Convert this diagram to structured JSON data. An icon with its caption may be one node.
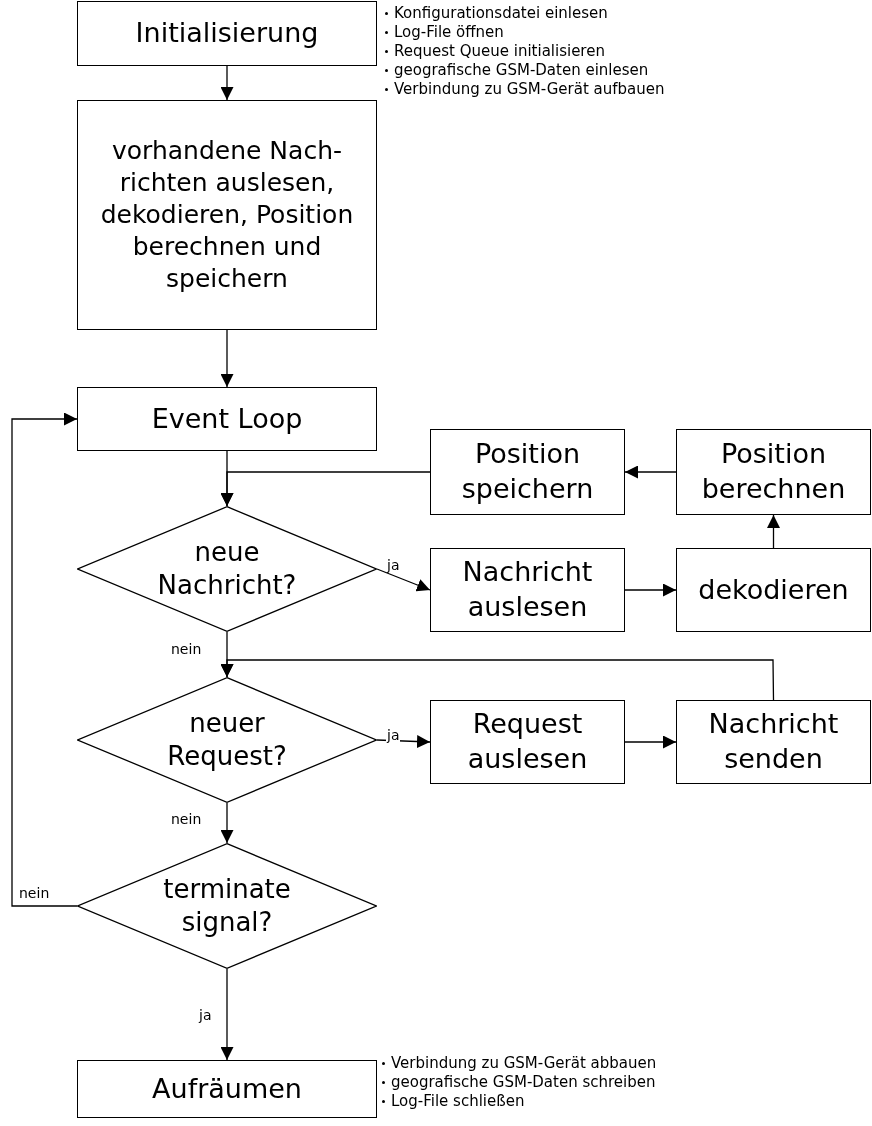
{
  "diagram": {
    "nodes": [
      {
        "text": [
          "Initialisierung"
        ],
        "beside": [
          "Konfigurationsdatei einlesen",
          "Log-File öffnen",
          "Request Queue initialisieren",
          "geografische GSM-Daten einlesen",
          "Verbindung zu GSM-Gerät aufbauen"
        ]
      },
      {
        "text": [
          "vorhandene Nach-richten auslesen, dekodieren, Position berechnen und speichern"
        ]
      },
      {
        "text": [
          "Event Loop"
        ]
      },
      {
        "text": [
          "Position speichern"
        ]
      },
      {
        "text": [
          "Position berechnen"
        ]
      },
      {
        "text": [
          "neue Nachricht?"
        ]
      },
      {
        "text": [
          "Nachricht auslesen"
        ]
      },
      {
        "text": [
          "dekodieren"
        ]
      },
      {
        "text": [
          "neuer Request?"
        ]
      },
      {
        "text": [
          "Request auslesen"
        ]
      },
      {
        "text": [
          "Nachricht senden"
        ]
      },
      {
        "text": [
          "terminate signal?"
        ]
      },
      {
        "text": [
          "Aufräumen"
        ],
        "beside": [
          "Verbindung zu GSM-Gerät abbauen",
          "geografische GSM-Daten schreiben",
          "Log-File schließen"
        ]
      }
    ],
    "edges": [
      {
        "from": 0,
        "to": 1,
        "arrow": "to"
      },
      {
        "from": 1,
        "to": 2,
        "arrow": "to"
      },
      {
        "from": 2,
        "to": 5,
        "arrow": "to"
      },
      {
        "from": 5,
        "to": 6,
        "arrow": "to",
        "label": "ja"
      },
      {
        "from": 6,
        "to": 7,
        "arrow": "to"
      },
      {
        "from": 7,
        "to": 4,
        "arrow": "to"
      },
      {
        "from": 4,
        "to": 3,
        "arrow": "to"
      },
      {
        "from": 3,
        "to": 5,
        "arrow": "to"
      },
      {
        "from": 5,
        "to": 8,
        "arrow": "to",
        "label": "nein"
      },
      {
        "from": 8,
        "to": 9,
        "arrow": "to",
        "label": "ja"
      },
      {
        "from": 9,
        "to": 10,
        "arrow": "to"
      },
      {
        "from": 10,
        "to": 8,
        "arrow": "to"
      },
      {
        "from": 8,
        "to": 11,
        "arrow": "to",
        "label": "nein"
      },
      {
        "from": 11,
        "to": 12,
        "arrow": "to",
        "label": "ja"
      },
      {
        "from": 11,
        "to": 2,
        "arrow": "to",
        "label": "nein"
      }
    ]
  }
}
